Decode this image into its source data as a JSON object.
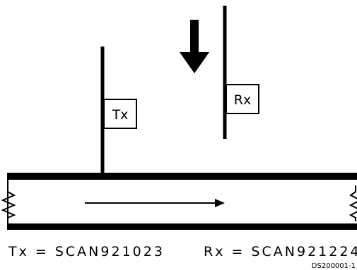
{
  "diagram": {
    "tx_label": "Tx",
    "rx_label": "Rx",
    "caption_tx": "Tx = SCAN921023",
    "caption_rx": "Rx = SCAN921224",
    "figure_id": "DS200001-1"
  },
  "colors": {
    "ink": "#000000",
    "background": "#ffffff"
  }
}
